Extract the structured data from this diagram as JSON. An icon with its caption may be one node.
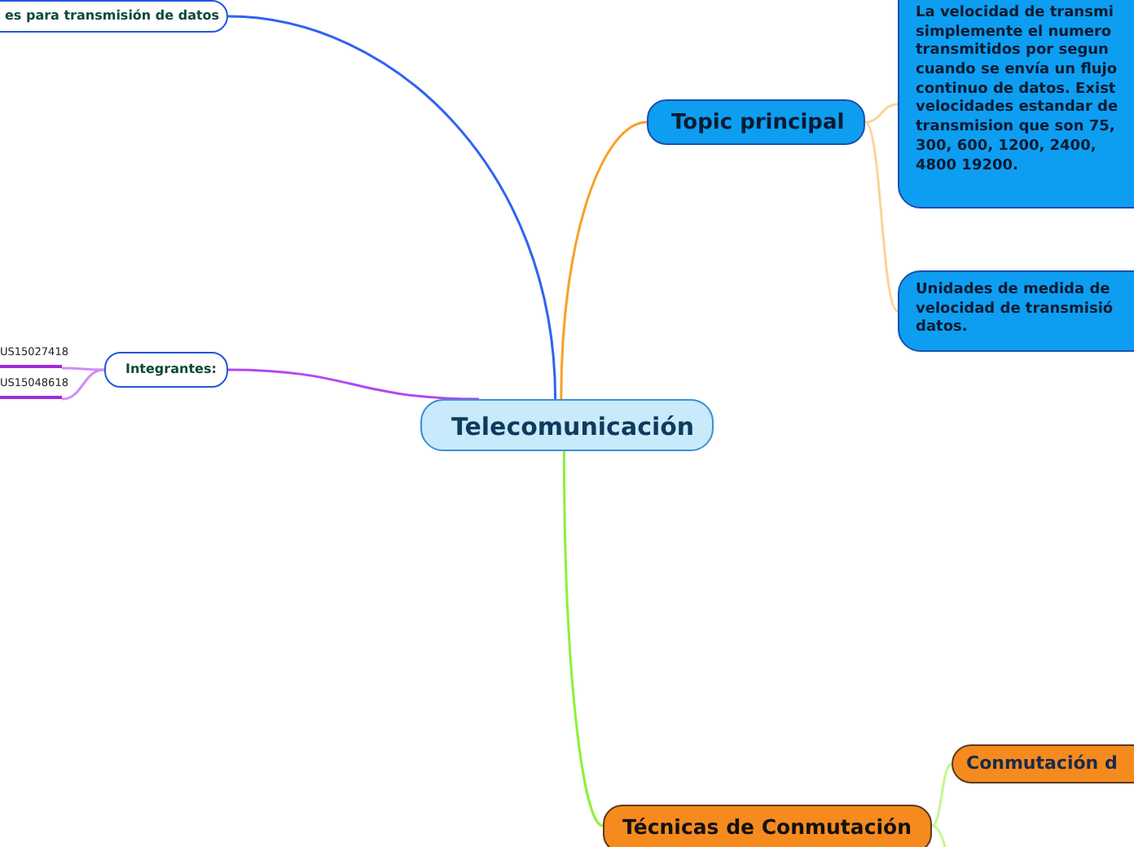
{
  "diagram": {
    "nodes": [
      {
        "text": [
          "Telecomunicación"
        ]
      },
      {
        "text": [
          "Topic principal"
        ]
      },
      {
        "text": [
          "La velocidad de transmi simplemente el numero transmitidos por segun cuando se envía un flujo continuo de datos. Exist velocidades estandar de transmision que son 75, 300, 600, 1200, 2400, 4800 19200."
        ]
      },
      {
        "text": [
          "Unidades de medida de velocidad de transmisió datos."
        ]
      },
      {
        "text": [
          "es para transmisión de datos"
        ]
      },
      {
        "text": [
          "Integrantes:"
        ]
      },
      {
        "text": [
          "US15027418"
        ]
      },
      {
        "text": [
          "US15048618"
        ]
      },
      {
        "text": [
          "Técnicas de Conmutación"
        ]
      },
      {
        "text": [
          "Conmutación d"
        ]
      }
    ],
    "edges": [
      {
        "from": 0,
        "to": 1,
        "arrow": "none",
        "color": "#f7a128"
      },
      {
        "from": 1,
        "to": 2,
        "arrow": "none",
        "color": "#fbd49a"
      },
      {
        "from": 1,
        "to": 3,
        "arrow": "none",
        "color": "#fbd49a"
      },
      {
        "from": 0,
        "to": 4,
        "arrow": "none",
        "color": "#2f64f0"
      },
      {
        "from": 0,
        "to": 5,
        "arrow": "none",
        "color": "#b447ef"
      },
      {
        "from": 5,
        "to": 6,
        "arrow": "none",
        "color": "#cf8ef5"
      },
      {
        "from": 5,
        "to": 7,
        "arrow": "none",
        "color": "#cf8ef5"
      },
      {
        "from": 0,
        "to": 8,
        "arrow": "none",
        "color": "#8ef03a"
      },
      {
        "from": 8,
        "to": 9,
        "arrow": "none",
        "color": "#c3f78f"
      },
      {
        "from": 8,
        "to": null,
        "arrow": "none",
        "color": "#c3f78f"
      }
    ]
  }
}
